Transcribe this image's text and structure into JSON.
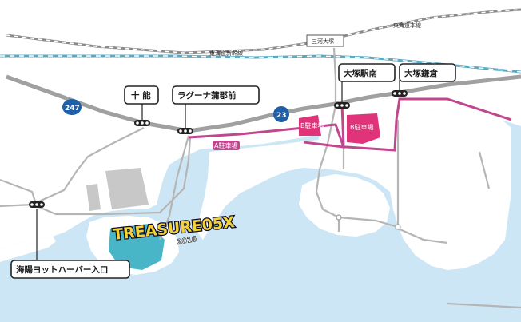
{
  "stations": {
    "tokai_main_line": "東海道本線",
    "shinkansen": "東海道新幹線",
    "mikawa_otsuka": "三河大塚",
    "jyunou": "十 能",
    "laguna": "ラグーナ蒲郡前",
    "otsuka_ekiminami": "大塚駅南",
    "otsuka_kamakura": "大塚鎌倉",
    "kaiyo_entrance": "海陽ヨットハーバー入口"
  },
  "routes": {
    "r247": "247",
    "r23": "23"
  },
  "parking": {
    "a": "A駐車場",
    "b1": "B駐車場",
    "b2": "B駐車場"
  },
  "logo": {
    "text": "TREASURE05X",
    "year": "2016"
  },
  "colors": {
    "sea": "#cde6f5",
    "land": "#ffffff",
    "road_main": "#a8a8a8",
    "road_minor": "#b5b5b5",
    "route_pink": "#c0468e",
    "parking": "#e0337a",
    "shield": "#1f5ea8",
    "venue": "#49b6c8",
    "building": "#c8c8c8"
  }
}
